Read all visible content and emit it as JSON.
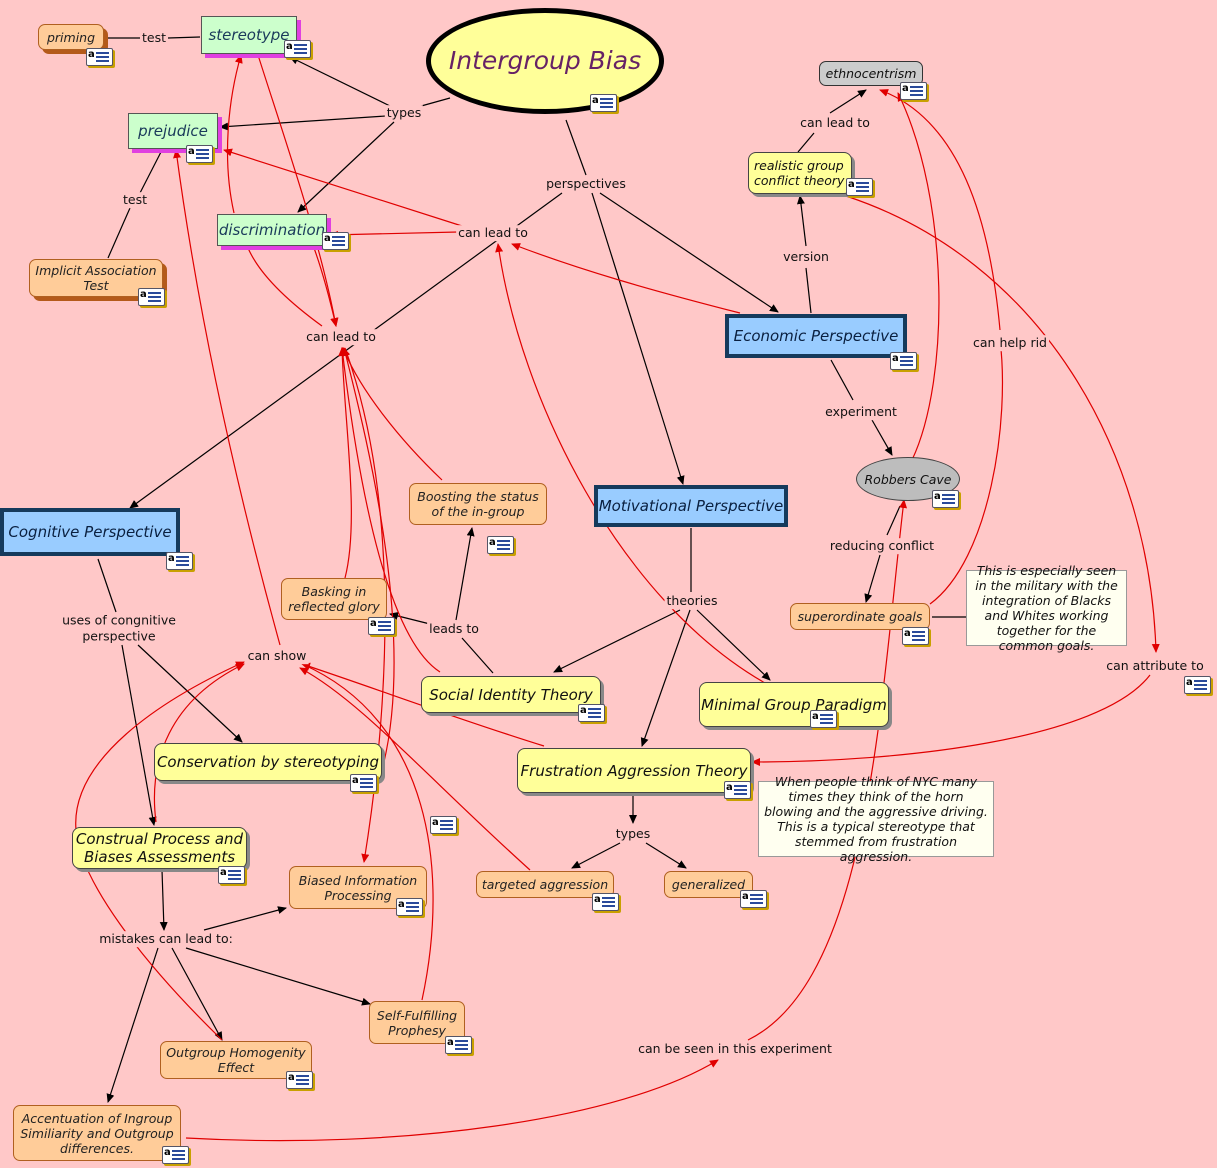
{
  "nodes": {
    "title": "Intergroup Bias",
    "stereotype": "stereotype",
    "priming": "priming",
    "prejudice": "prejudice",
    "discrimination": "discrimination",
    "iat": "Implicit Association Test",
    "ethnocentrism": "ethnocentrism",
    "rgct": "realistic group conflict theory",
    "economic": "Economic Perspective",
    "robbers_cave": "Robbers Cave",
    "motivational": "Motivational Perspective",
    "cognitive": "Cognitive Perspective",
    "boosting": "Boosting the status of the in-group",
    "basking": "Basking in reflected glory",
    "superordinate": "superordinate goals",
    "military_note": "This is especially seen in the military with the integration of Blacks and Whites working together for the common goals.",
    "sit": "Social Identity Theory",
    "mgp": "Minimal Group Paradigm",
    "conservation": "Conservation by stereotyping",
    "fat": "Frustration Aggression Theory",
    "nyc_note": "When people think of NYC many times they think of the horn blowing and the aggressive driving.  This is a typical stereotype that stemmed from frustration aggression.",
    "construal": "Construal Process and Biases Assessments",
    "bip": "Biased Information Processing",
    "targeted": "targeted aggression",
    "generalized": "generalized",
    "sfp": "Self-Fulfilling Prophesy",
    "ohe": "Outgroup Homogenity Effect",
    "accentuation": "Accentuation of Ingroup Similiarity and Outgroup differences."
  },
  "labels": {
    "test1": "test",
    "types1": "types",
    "test2": "test",
    "perspectives": "perspectives",
    "can_lead_to_1": "can lead to",
    "can_lead_to_2": "can lead to",
    "can_lead_to_3": "can lead to",
    "version": "version",
    "can_help_rid": "can help rid",
    "experiment": "experiment",
    "reducing_conflict": "reducing conflict",
    "can_attribute_to": "can attribute to",
    "uses": "uses of congnitive perspective",
    "can_show": "can show",
    "leads_to": "leads to",
    "theories": "theories",
    "types2": "types",
    "mistakes": "mistakes can lead to:",
    "seen_in": "can be seen in this experiment"
  }
}
